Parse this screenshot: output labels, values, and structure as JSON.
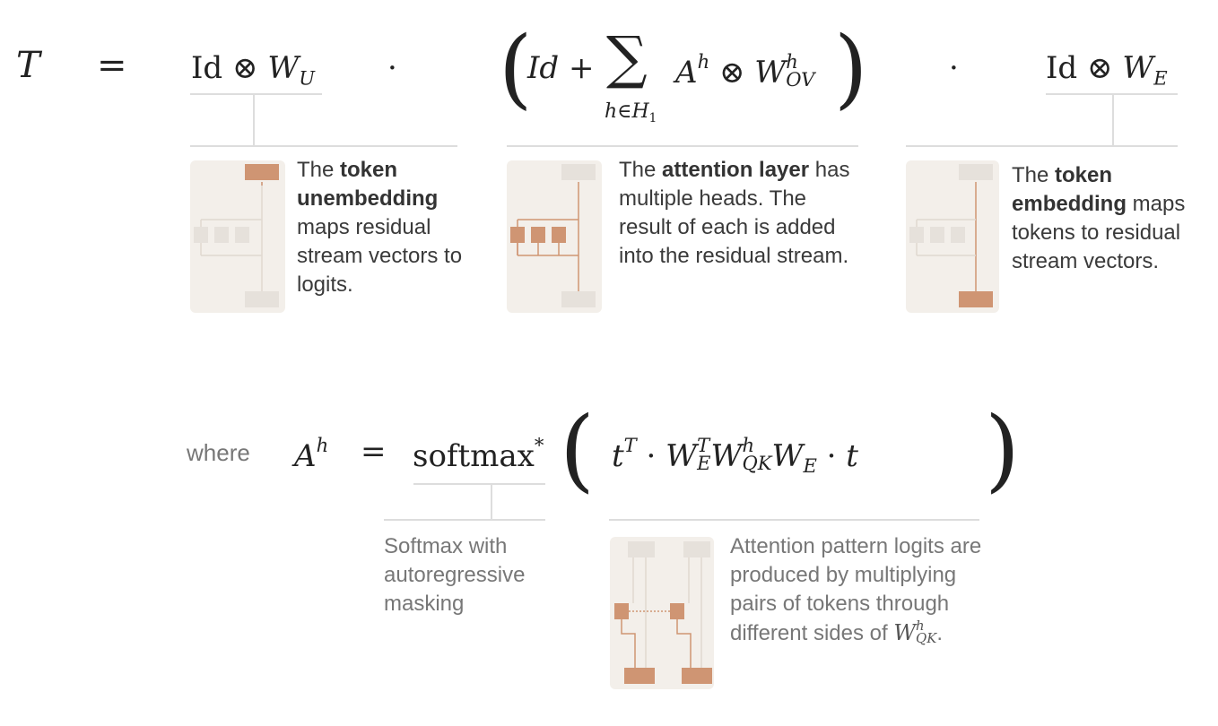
{
  "equation_main": {
    "lhs": "T",
    "equals": "=",
    "unembed": {
      "id": "Id",
      "otimes": "⊗",
      "w": "W",
      "w_sub": "U"
    },
    "dot1": "·",
    "attn": {
      "id": "Id",
      "plus": "+",
      "sum": "∑",
      "sum_under": "h∈H",
      "sum_under_sub": "1",
      "a": "A",
      "a_sup": "h",
      "otimes": "⊗",
      "w": "W",
      "w_sup": "h",
      "w_sub": "OV"
    },
    "dot2": "·",
    "embed": {
      "id": "Id",
      "otimes": "⊗",
      "w": "W",
      "w_sub": "E"
    }
  },
  "annotations": {
    "unembedding": {
      "pre": "The ",
      "bold": "token unembedding",
      "post": " maps residual stream vectors to logits."
    },
    "attention": {
      "pre": "The ",
      "bold": "attention layer",
      "post": " has multiple heads. The result of each is added into the residual stream."
    },
    "embedding": {
      "pre": "The ",
      "bold": "token embedding",
      "post": " maps tokens to residual stream vectors."
    }
  },
  "equation_where": {
    "where": "where",
    "a": "A",
    "a_sup": "h",
    "equals": "=",
    "softmax": "softmax",
    "softmax_sup": "*",
    "t": "t",
    "t_sup": "T",
    "dot": "·",
    "we1": "W",
    "we1_sup": "T",
    "we1_sub": "E",
    "wqk": "W",
    "wqk_sup": "h",
    "wqk_sub": "QK",
    "we2": "W",
    "we2_sub": "E",
    "dot2": "·",
    "t2": "t"
  },
  "annotations_where": {
    "softmax": "Softmax with autoregressive masking",
    "pattern": "Attention pattern logits are produced by multiplying pairs of tokens through different sides of ",
    "pattern_w": "W",
    "pattern_w_sup": "h",
    "pattern_w_sub": "QK",
    "pattern_end": "."
  },
  "colors": {
    "accent": "#cf9573",
    "thumb_bg": "#f3efea",
    "inactive_box": "#e6e1db",
    "rule": "#dddddd"
  }
}
